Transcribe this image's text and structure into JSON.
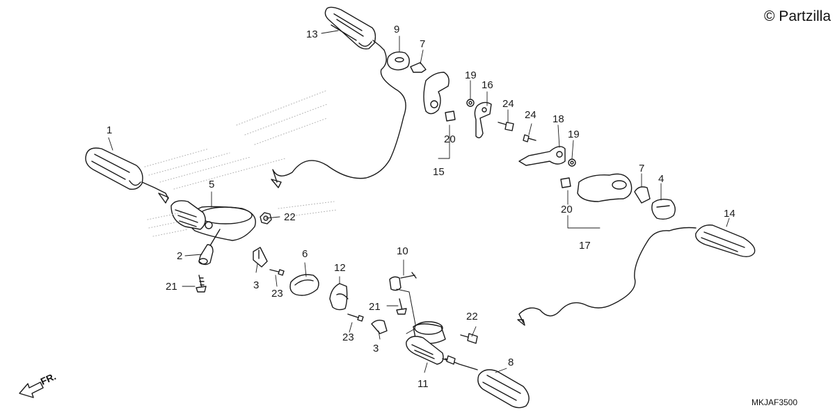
{
  "copyright": "© Partzilla",
  "drawing_code": "MKJAF3500",
  "direction_label": "FR.",
  "callouts": {
    "c1": "1",
    "c2": "2",
    "c3a": "3",
    "c3b": "3",
    "c4": "4",
    "c5": "5",
    "c6": "6",
    "c7a": "7",
    "c7b": "7",
    "c8": "8",
    "c9": "9",
    "c10": "10",
    "c11": "11",
    "c12": "12",
    "c13": "13",
    "c14": "14",
    "c15": "15",
    "c16": "16",
    "c17": "17",
    "c18": "18",
    "c19a": "19",
    "c19b": "19",
    "c20a": "20",
    "c20b": "20",
    "c21a": "21",
    "c21b": "21",
    "c22a": "22",
    "c22b": "22",
    "c23a": "23",
    "c23b": "23",
    "c24a": "24",
    "c24b": "24"
  },
  "icons": {
    "front-arrow": "arrow-down-left-icon"
  }
}
